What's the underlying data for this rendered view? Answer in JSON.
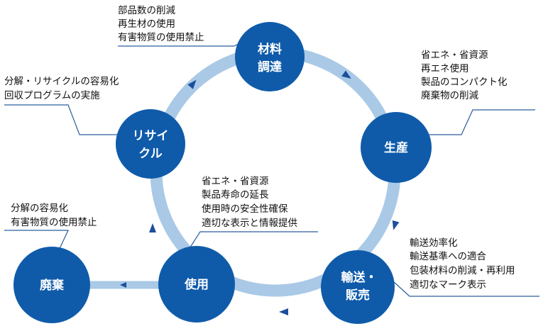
{
  "colors": {
    "node": "#0F5BAA",
    "ring": "#A9C9E6",
    "arrow": "#1C4F9C",
    "leader": "#2B5E9E",
    "text": "#111111"
  },
  "nodes": {
    "material": [
      "材料",
      "調達"
    ],
    "production": [
      "生産"
    ],
    "transport": [
      "輸送・",
      "販売"
    ],
    "use": [
      "使用"
    ],
    "recycle": [
      "リサイ",
      "クル"
    ],
    "disposal": [
      "廃棄"
    ]
  },
  "notes": {
    "material": [
      "部品数の削減",
      "再生材の使用",
      "有害物質の使用禁止"
    ],
    "production": [
      "省エネ・省資源",
      "再エネ使用",
      "製品のコンパクト化",
      "廃棄物の削減"
    ],
    "transport": [
      "輸送効率化",
      "輸送基準への適合",
      "包装材料の削減・再利用",
      "適切なマーク表示"
    ],
    "use": [
      "省エネ・省資源",
      "製品寿命の延長",
      "使用時の安全性確保",
      "適切な表示と情報提供"
    ],
    "recycle": [
      "分解・リサイクルの容易化",
      "回収プログラムの実施"
    ],
    "disposal": [
      "分解の容易化",
      "有害物質の使用禁止"
    ]
  }
}
